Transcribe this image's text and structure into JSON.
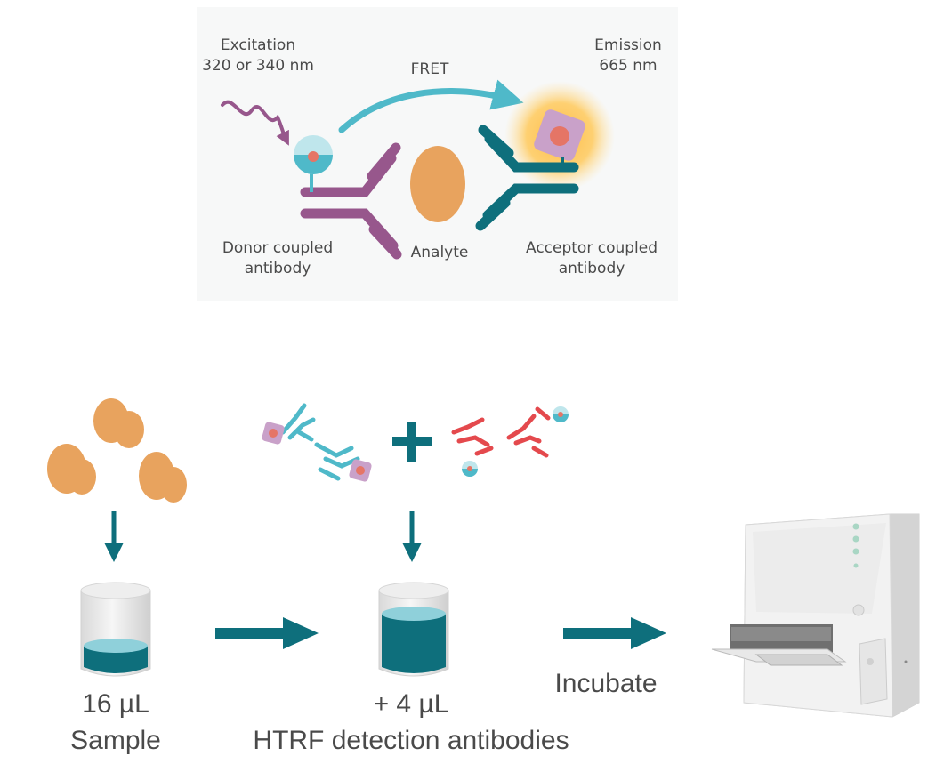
{
  "fret_panel": {
    "excitation_line1": "Excitation",
    "excitation_line2": "320 or 340 nm",
    "fret_label": "FRET",
    "emission_line1": "Emission",
    "emission_line2": "665 nm",
    "donor_line1": "Donor coupled",
    "donor_line2": "antibody",
    "analyte_label": "Analyte",
    "acceptor_line1": "Acceptor coupled",
    "acceptor_line2": "antibody"
  },
  "workflow": {
    "sample_volume": "16 µL",
    "sample_label": "Sample",
    "plus_sign": "+",
    "antibody_volume": "+ 4 µL",
    "antibody_label": "HTRF detection antibodies",
    "incubate_label": "Incubate"
  },
  "colors": {
    "teal_dark": "#0e6f7c",
    "teal_light": "#4fb9c9",
    "purple": "#97578c",
    "orange": "#e8a35e",
    "red": "#e4494d",
    "glow": "#ffc95a"
  }
}
